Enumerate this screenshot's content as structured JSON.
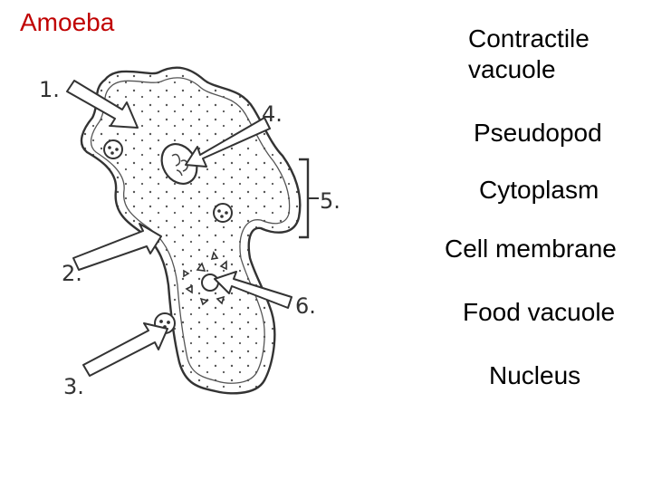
{
  "title": "Amoeba",
  "terms": [
    "Contractile vacuole",
    "Pseudopod",
    "Cytoplasm",
    "Cell membrane",
    "Food vacuole",
    "Nucleus"
  ],
  "term_lines": {
    "contractile_line1": "Contractile",
    "contractile_line2": "vacuole"
  },
  "labels": [
    "1.",
    "2.",
    "3.",
    "4.",
    "5.",
    "6."
  ],
  "colors": {
    "title": "#c00000",
    "text": "#000000",
    "drawing": "#333333"
  }
}
